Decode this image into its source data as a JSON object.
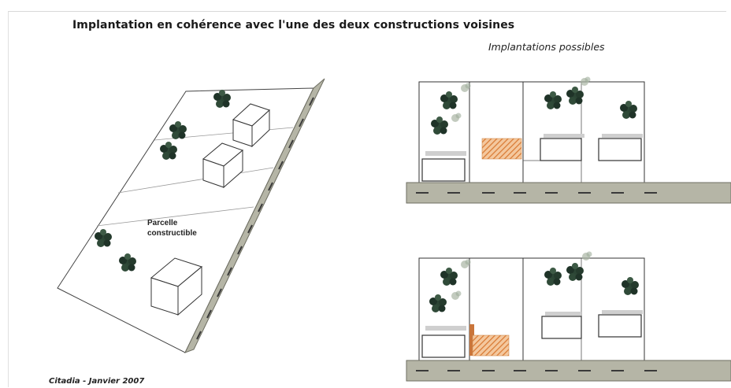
{
  "header": {
    "title": "Implantation en cohérence avec l'une des deux constructions voisines",
    "subtitle": "Implantations possibles"
  },
  "perspective": {
    "parcel_label_line1": "Parcelle",
    "parcel_label_line2": "constructible"
  },
  "footer": {
    "credit": "Citadia - Janvier 2007"
  },
  "colors": {
    "road": "#b5b5a6",
    "road_edge": "#6e6e62",
    "lane_mark": "#3a3a3a",
    "tree_dark": "#1f3328",
    "tree_mid": "#3d5a45",
    "hatch": "#e0955a",
    "outline": "#333333"
  }
}
